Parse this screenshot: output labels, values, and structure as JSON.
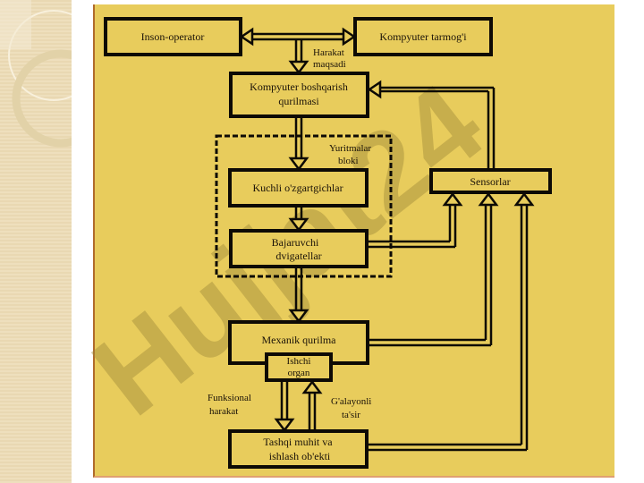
{
  "slide": {
    "colors": {
      "background": "#e8cc5c",
      "box_fill": "#e8cc5c",
      "line": "#0d0a05",
      "side_strip": "#eedfbd",
      "watermark": "#a08a3a"
    },
    "watermark_text": "Hujjat24"
  },
  "diagram": {
    "boxes": {
      "operator": "Inson-operator",
      "network": "Kompyuter tarmog'i",
      "controller_line1": "Kompyuter boshqarish",
      "controller_line2": "qurilmasi",
      "converters": "Kuchli o'zgartgichlar",
      "motors_line1": "Bajaruvchi",
      "motors_line2": "dvigatellar",
      "sensors": "Sensorlar",
      "mechanism": "Mexanik qurilma",
      "organ_line1": "Ishchi",
      "organ_line2": "organ",
      "environment_line1": "Tashqi muhit va",
      "environment_line2": "ishlash ob'ekti"
    },
    "labels": {
      "goal_line1": "Harakat",
      "goal_line2": "maqsadi",
      "drives_line1": "Yuritmalar",
      "drives_line2": "bloki",
      "functional_line1": "Funksional",
      "functional_line2": "harakat",
      "disturbance_line1": "G'alayonli",
      "disturbance_line2": "ta'sir"
    }
  }
}
